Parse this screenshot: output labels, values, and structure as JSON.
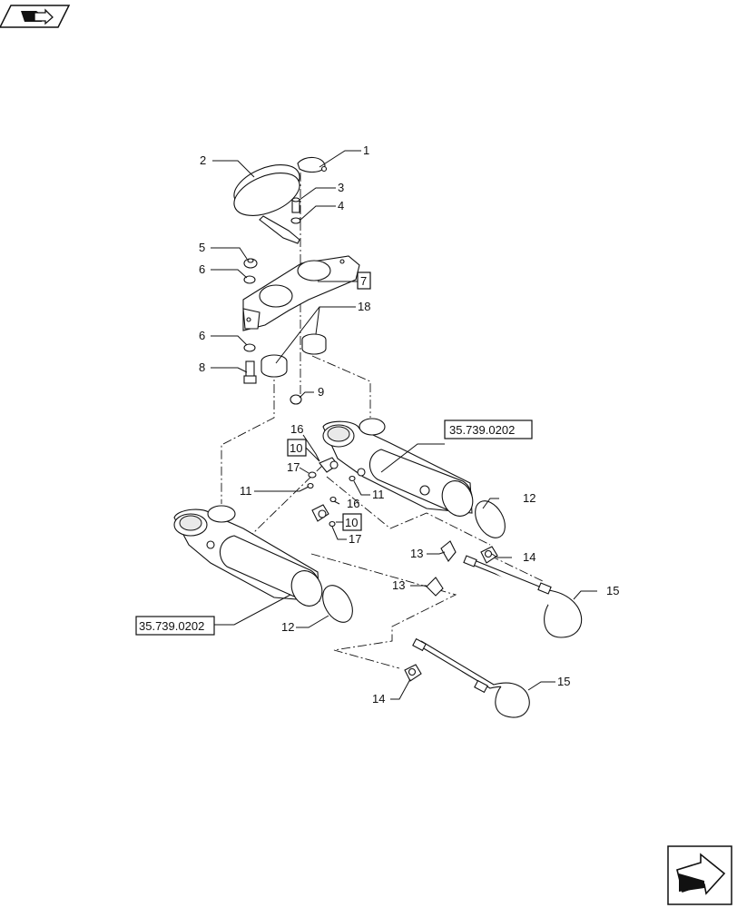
{
  "nav": {
    "prev_icon": "previous-page-arrow-icon",
    "next_icon": "next-page-arrow-icon"
  },
  "callouts": {
    "c1": "1",
    "c2": "2",
    "c3": "3",
    "c4": "4",
    "c5": "5",
    "c6a": "6",
    "c6b": "6",
    "c7": "7",
    "c8": "8",
    "c9": "9",
    "c10a": "10",
    "c10b": "10",
    "c11a": "11",
    "c11b": "11",
    "c12a": "12",
    "c12b": "12",
    "c13a": "13",
    "c13b": "13",
    "c14a": "14",
    "c14b": "14",
    "c15a": "15",
    "c15b": "15",
    "c16a": "16",
    "c16b": "16",
    "c17a": "17",
    "c17b": "17",
    "c18": "18"
  },
  "references": {
    "ref_right": "35.739.0202",
    "ref_left": "35.739.0202"
  }
}
